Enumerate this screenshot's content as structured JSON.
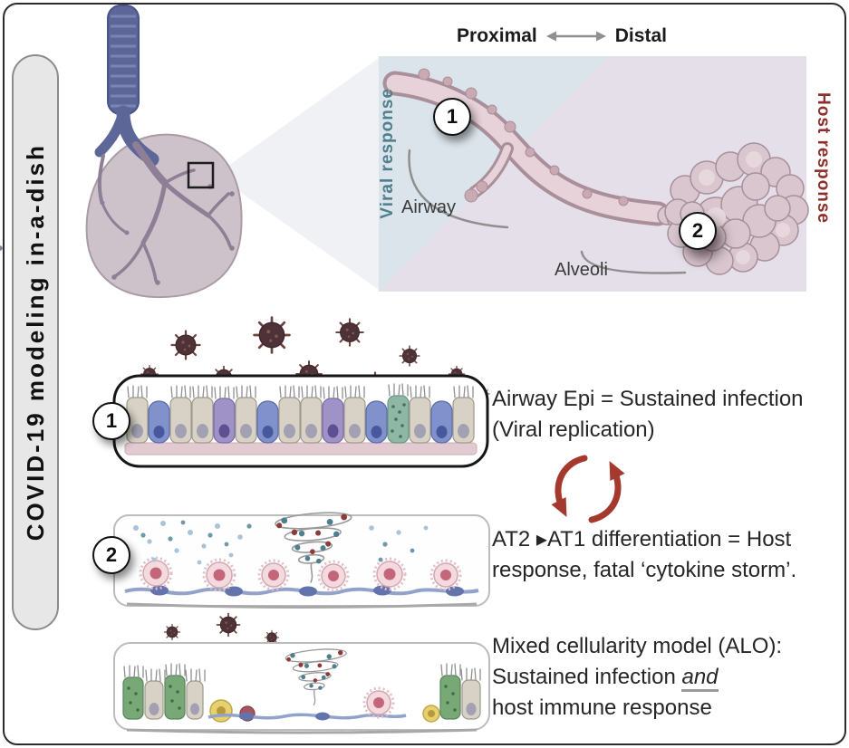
{
  "side_label": "COVID-19 modeling in-a-dish",
  "top_panel": {
    "proximal": "Proximal",
    "distal": "Distal",
    "viral_response": "Viral response",
    "host_response": "Host response",
    "airway": "Airway",
    "alveoli": "Alveoli",
    "marker_airway": "1",
    "marker_alveoli": "2"
  },
  "panels": [
    {
      "marker": "1",
      "caption": [
        "Airway Epi = Sustained infection",
        "(Viral replication)"
      ]
    },
    {
      "marker": "2",
      "caption": [
        "AT2 ▸AT1 differentiation = Host",
        "response, fatal ‘cytokine storm’."
      ]
    },
    {
      "caption_line1": "Mixed cellularity model (ALO):",
      "caption_line2_pre": "Sustained infection ",
      "caption_line2_emphasis": "and",
      "caption_line3": "host immune response"
    }
  ],
  "colors": {
    "viral": "#4e7f8c",
    "host": "#8e2f2b",
    "cycle_arrows": "#a5392e"
  }
}
